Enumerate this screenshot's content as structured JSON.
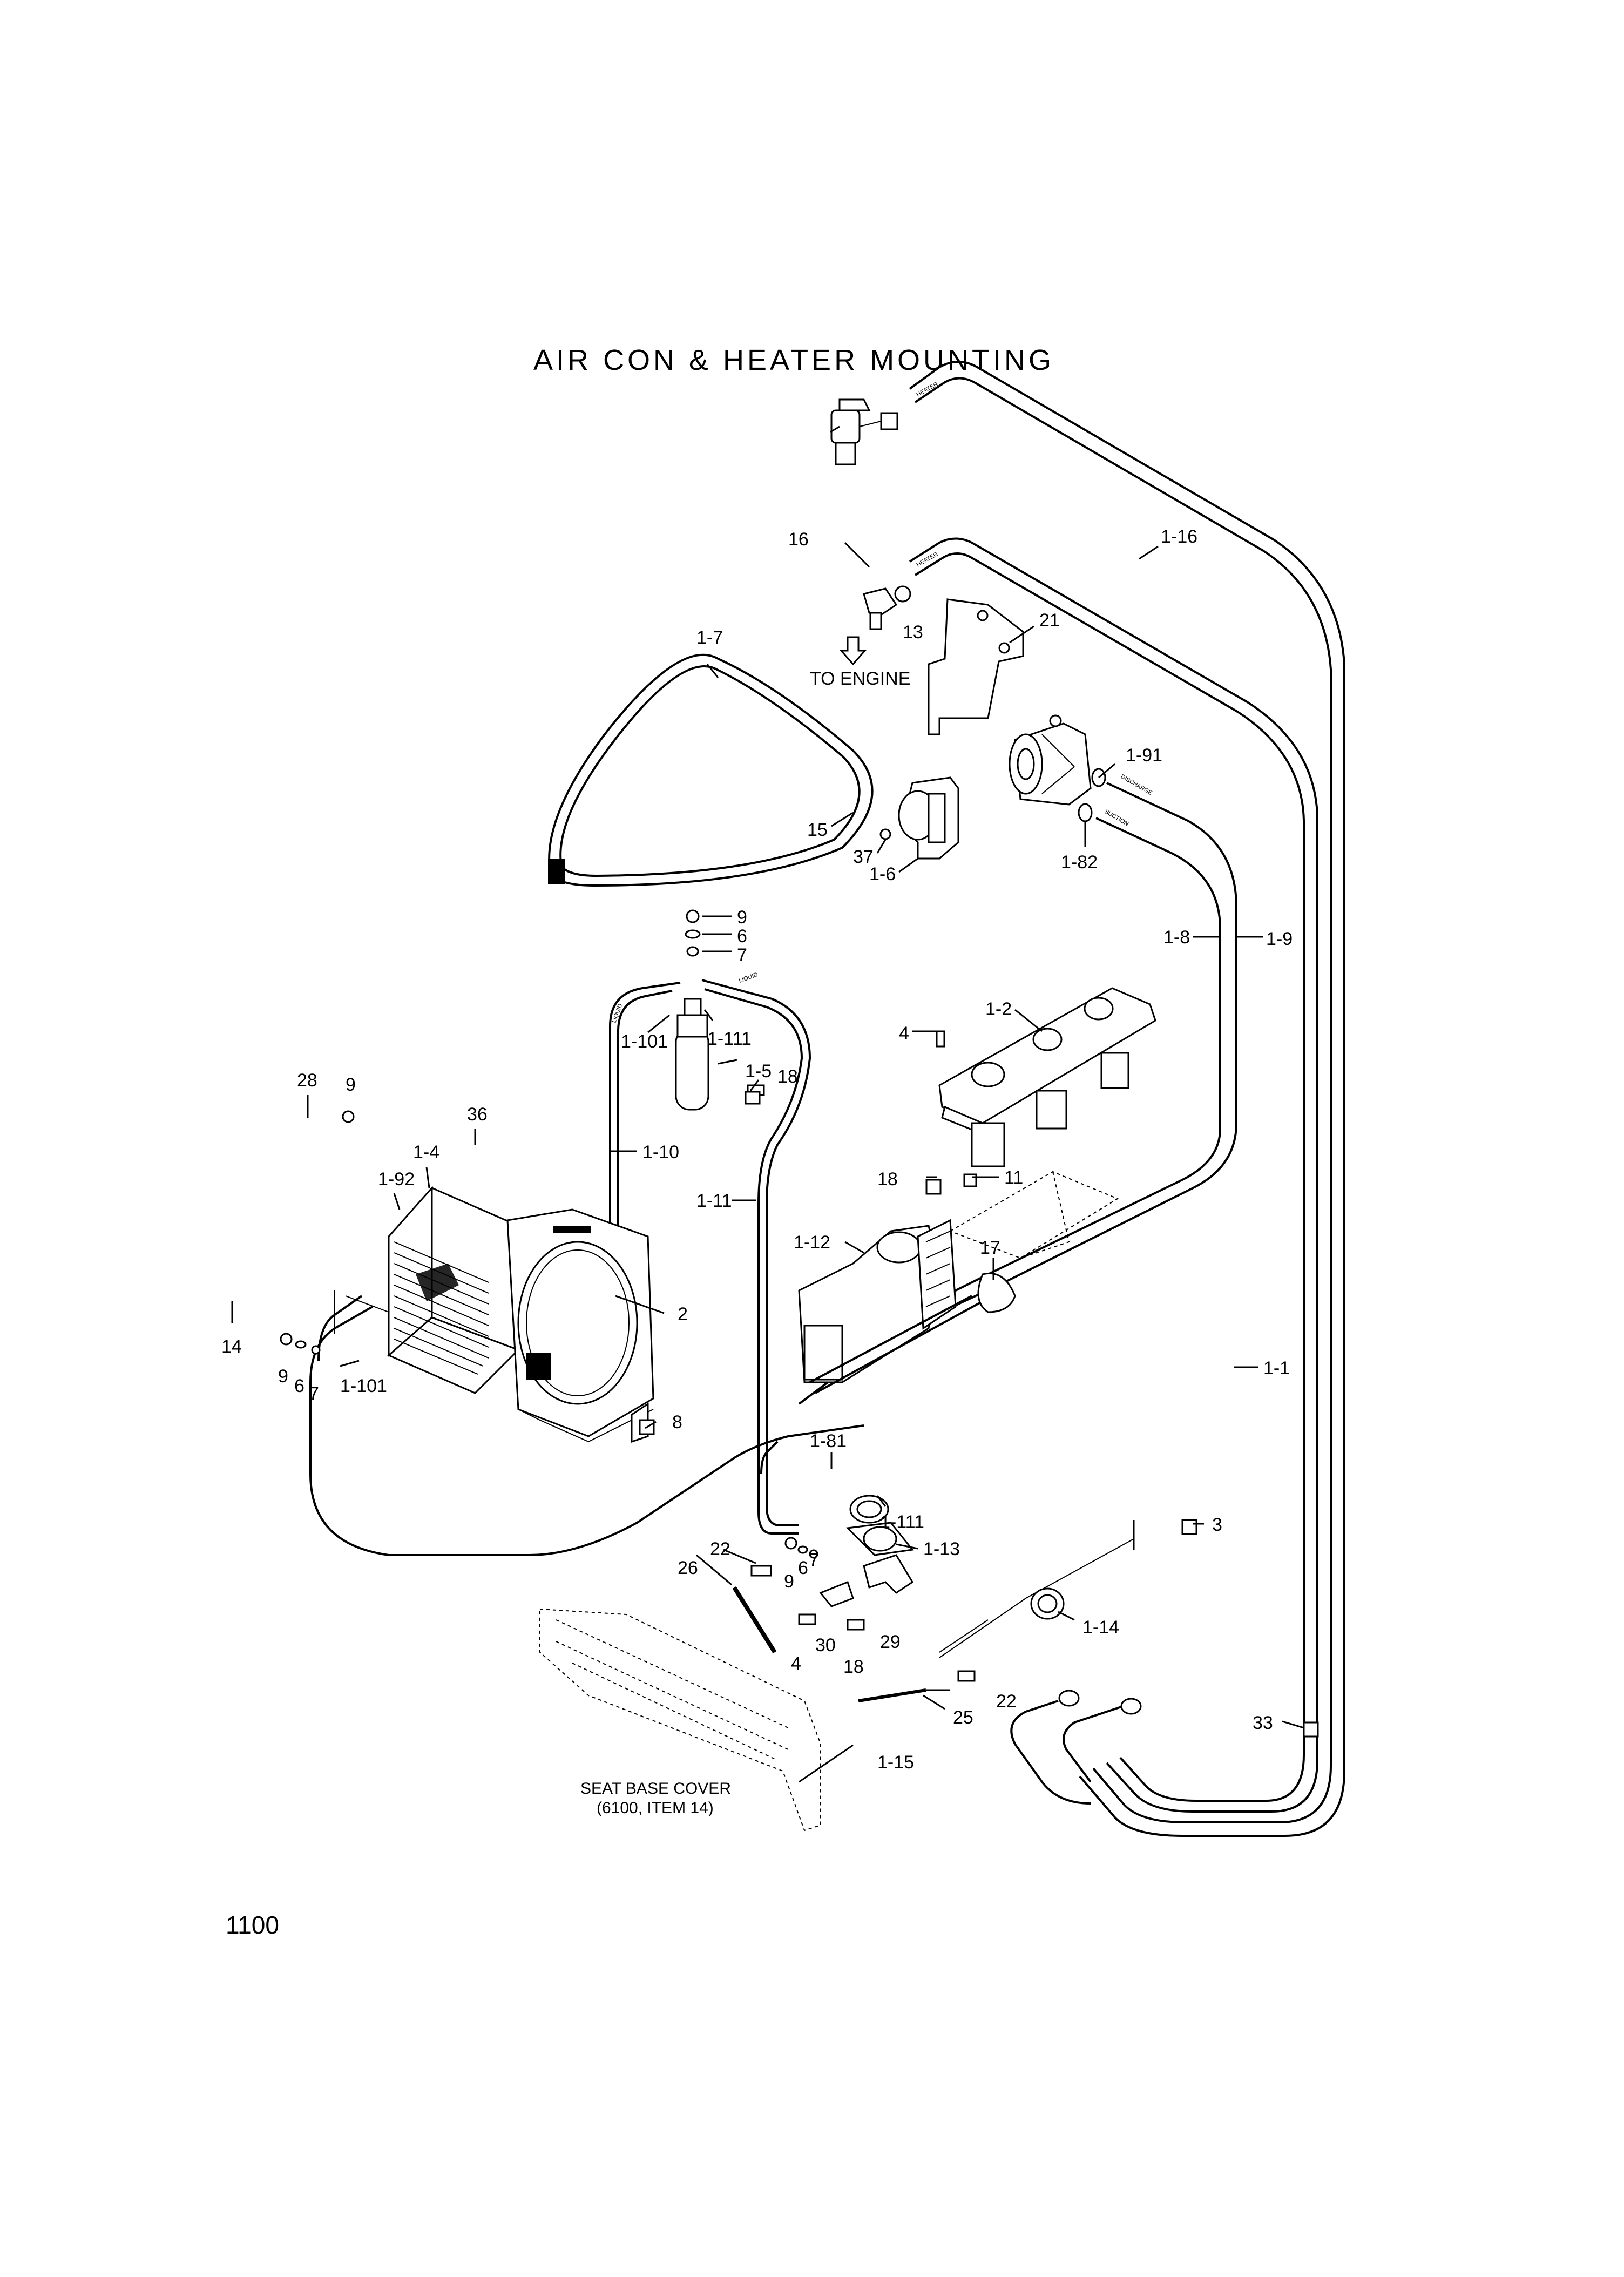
{
  "title": "AIR CON & HEATER MOUNTING",
  "page_number": "1100",
  "annotations": {
    "to_engine": "TO ENGINE",
    "seat_base_cover_line1": "SEAT BASE COVER",
    "seat_base_cover_line2": "(6100, ITEM 14)",
    "hose_heater_1": "HEATER",
    "hose_heater_2": "HEATER",
    "hose_discharge": "DISCHARGE",
    "hose_suction": "SUCTION",
    "hose_liquid_1": "LIQUID",
    "hose_liquid_2": "LIQUID"
  },
  "callouts": {
    "c16": "16",
    "c1_16": "1-16",
    "c13": "13",
    "c21": "21",
    "c1_7": "1-7",
    "c1_91": "1-91",
    "c15": "15",
    "c37": "37",
    "c1_6": "1-6",
    "c1_82": "1-82",
    "c9a": "9",
    "c6a": "6",
    "c7a": "7",
    "c1_8": "1-8",
    "c1_9": "1-9",
    "c1_2": "1-2",
    "c4a": "4",
    "c1_101a": "1-101",
    "c1_111a": "1-111",
    "c1_5": "1-5",
    "c18a": "18",
    "c28": "28",
    "c9b": "9",
    "c36": "36",
    "c1_4": "1-4",
    "c1_92": "1-92",
    "c1_10": "1-10",
    "c18b": "18",
    "c11": "11",
    "c1_11": "1-11",
    "c1_12": "1-12",
    "c17": "17",
    "c2": "2",
    "c14": "14",
    "c9c": "9",
    "c6c": "6",
    "c7c": "7",
    "c1_101b": "1-101",
    "c1_1": "1-1",
    "c8": "8",
    "c1_81": "1-81",
    "c1_111b": "1-111",
    "c3": "3",
    "c22a": "22",
    "c1_13": "1-13",
    "c26": "26",
    "c9d": "9",
    "c6d": "6",
    "c7d": "7",
    "c30": "30",
    "c29": "29",
    "c1_14": "1-14",
    "c4b": "4",
    "c18c": "18",
    "c22b": "22",
    "c25": "25",
    "c33": "33",
    "c1_15": "1-15"
  }
}
